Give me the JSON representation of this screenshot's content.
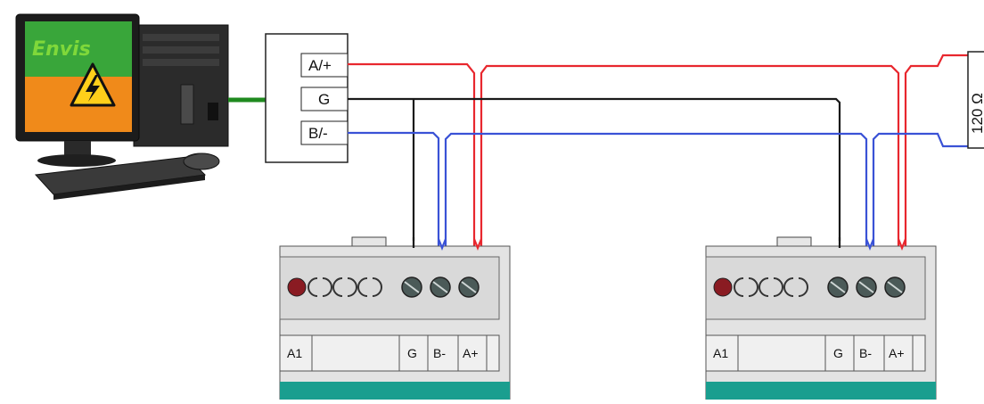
{
  "computer": {
    "logo_text": "Envis",
    "icon": "high-voltage-warning-icon"
  },
  "converter": {
    "terminals": [
      "A/+",
      "G",
      "B/-"
    ]
  },
  "resistor": {
    "label": "120 Ω"
  },
  "modules": [
    {
      "terminals": [
        "A1",
        "G",
        "B-",
        "A+"
      ]
    },
    {
      "terminals": [
        "A1",
        "G",
        "B-",
        "A+"
      ]
    }
  ],
  "colors": {
    "line_a": "#e8272e",
    "line_b": "#3a52d6",
    "line_g": "#1a1a1a",
    "usb_cable": "#1f8a1f",
    "module_base": "#1a9e8f",
    "monitor_screen_top": "#39a63a",
    "monitor_screen_bottom": "#f08a1a"
  }
}
